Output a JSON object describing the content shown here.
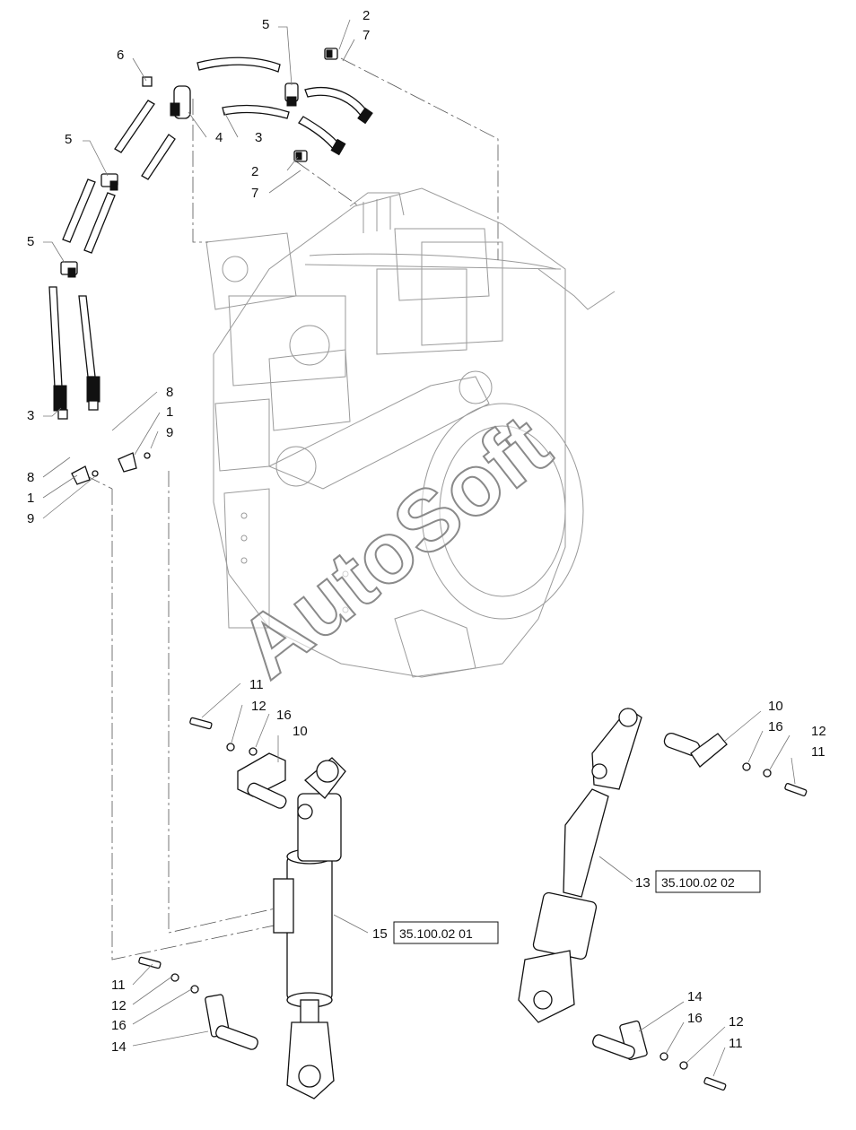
{
  "watermark": "AutoSoft",
  "callouts": [
    {
      "id": "c-2-top",
      "text": "2"
    },
    {
      "id": "c-7-top",
      "text": "7"
    },
    {
      "id": "c-5-top",
      "text": "5"
    },
    {
      "id": "c-6",
      "text": "6"
    },
    {
      "id": "c-4",
      "text": "4"
    },
    {
      "id": "c-3-top",
      "text": "3"
    },
    {
      "id": "c-5-a",
      "text": "5"
    },
    {
      "id": "c-2-mid",
      "text": "2"
    },
    {
      "id": "c-7-mid",
      "text": "7"
    },
    {
      "id": "c-5-b",
      "text": "5"
    },
    {
      "id": "c-3-left",
      "text": "3"
    },
    {
      "id": "c-8-right",
      "text": "8"
    },
    {
      "id": "c-1-right",
      "text": "1"
    },
    {
      "id": "c-9-right",
      "text": "9"
    },
    {
      "id": "c-8-left",
      "text": "8"
    },
    {
      "id": "c-1-left",
      "text": "1"
    },
    {
      "id": "c-9-left",
      "text": "9"
    },
    {
      "id": "c-11-a",
      "text": "11"
    },
    {
      "id": "c-12-a",
      "text": "12"
    },
    {
      "id": "c-16-a",
      "text": "16"
    },
    {
      "id": "c-10-a",
      "text": "10"
    },
    {
      "id": "c-10-b",
      "text": "10"
    },
    {
      "id": "c-16-b",
      "text": "16"
    },
    {
      "id": "c-12-b",
      "text": "12"
    },
    {
      "id": "c-11-b",
      "text": "11"
    },
    {
      "id": "c-13",
      "text": "13"
    },
    {
      "id": "c-15",
      "text": "15"
    },
    {
      "id": "c-11-c",
      "text": "11"
    },
    {
      "id": "c-12-c",
      "text": "12"
    },
    {
      "id": "c-16-c",
      "text": "16"
    },
    {
      "id": "c-14-a",
      "text": "14"
    },
    {
      "id": "c-14-b",
      "text": "14"
    },
    {
      "id": "c-16-d",
      "text": "16"
    },
    {
      "id": "c-12-d",
      "text": "12"
    },
    {
      "id": "c-11-d",
      "text": "11"
    }
  ],
  "references": [
    {
      "id": "ref-13",
      "text": "35.100.02 02"
    },
    {
      "id": "ref-15",
      "text": "35.100.02 01"
    }
  ]
}
